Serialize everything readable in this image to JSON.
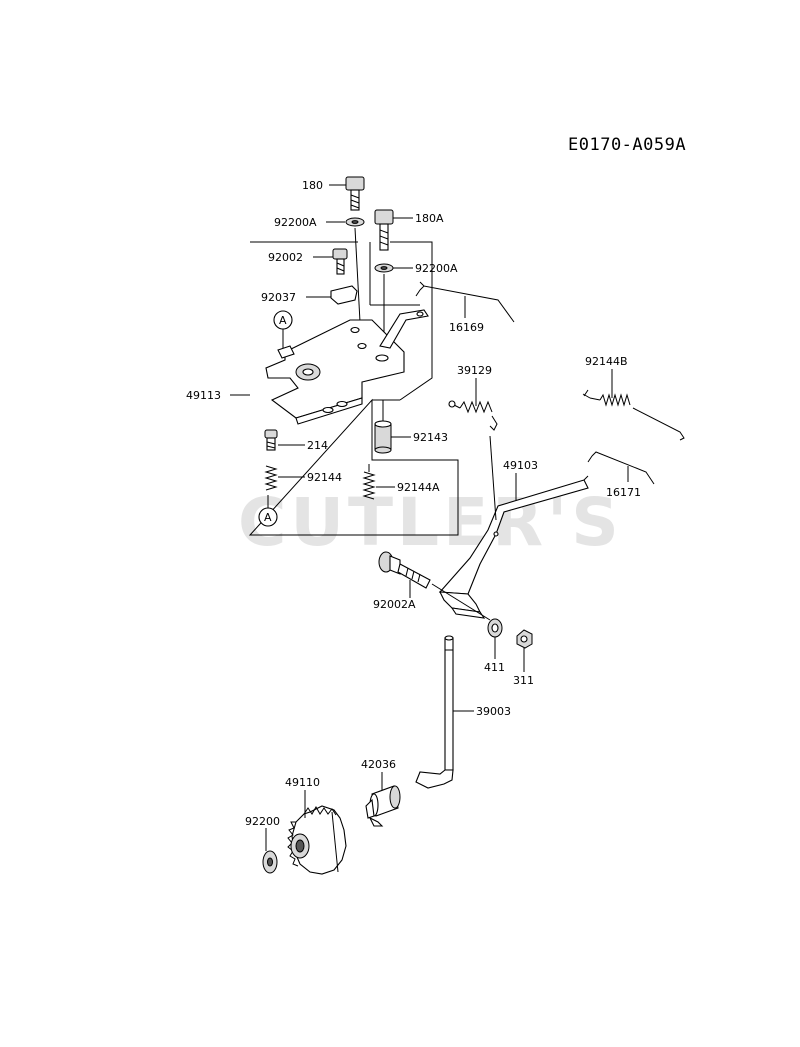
{
  "diagram_code": "E0170-A059A",
  "watermark": "CUTLER'S",
  "callout_a_top": "A",
  "callout_a_bottom": "A",
  "parts": {
    "p180": "180",
    "p92200A_left": "92200A",
    "p180A": "180A",
    "p92002": "92002",
    "p92200A_right": "92200A",
    "p92037": "92037",
    "p16169": "16169",
    "p49113": "49113",
    "p39129": "39129",
    "p92144B": "92144B",
    "p214": "214",
    "p92143": "92143",
    "p92144": "92144",
    "p92144A": "92144A",
    "p49103": "49103",
    "p16171": "16171",
    "p92002A": "92002A",
    "p411": "411",
    "p311": "311",
    "p39003": "39003",
    "p42036": "42036",
    "p49110": "49110",
    "p92200": "92200"
  },
  "colors": {
    "line": "#000000",
    "watermark": "#e4e4e4",
    "background": "#ffffff"
  }
}
